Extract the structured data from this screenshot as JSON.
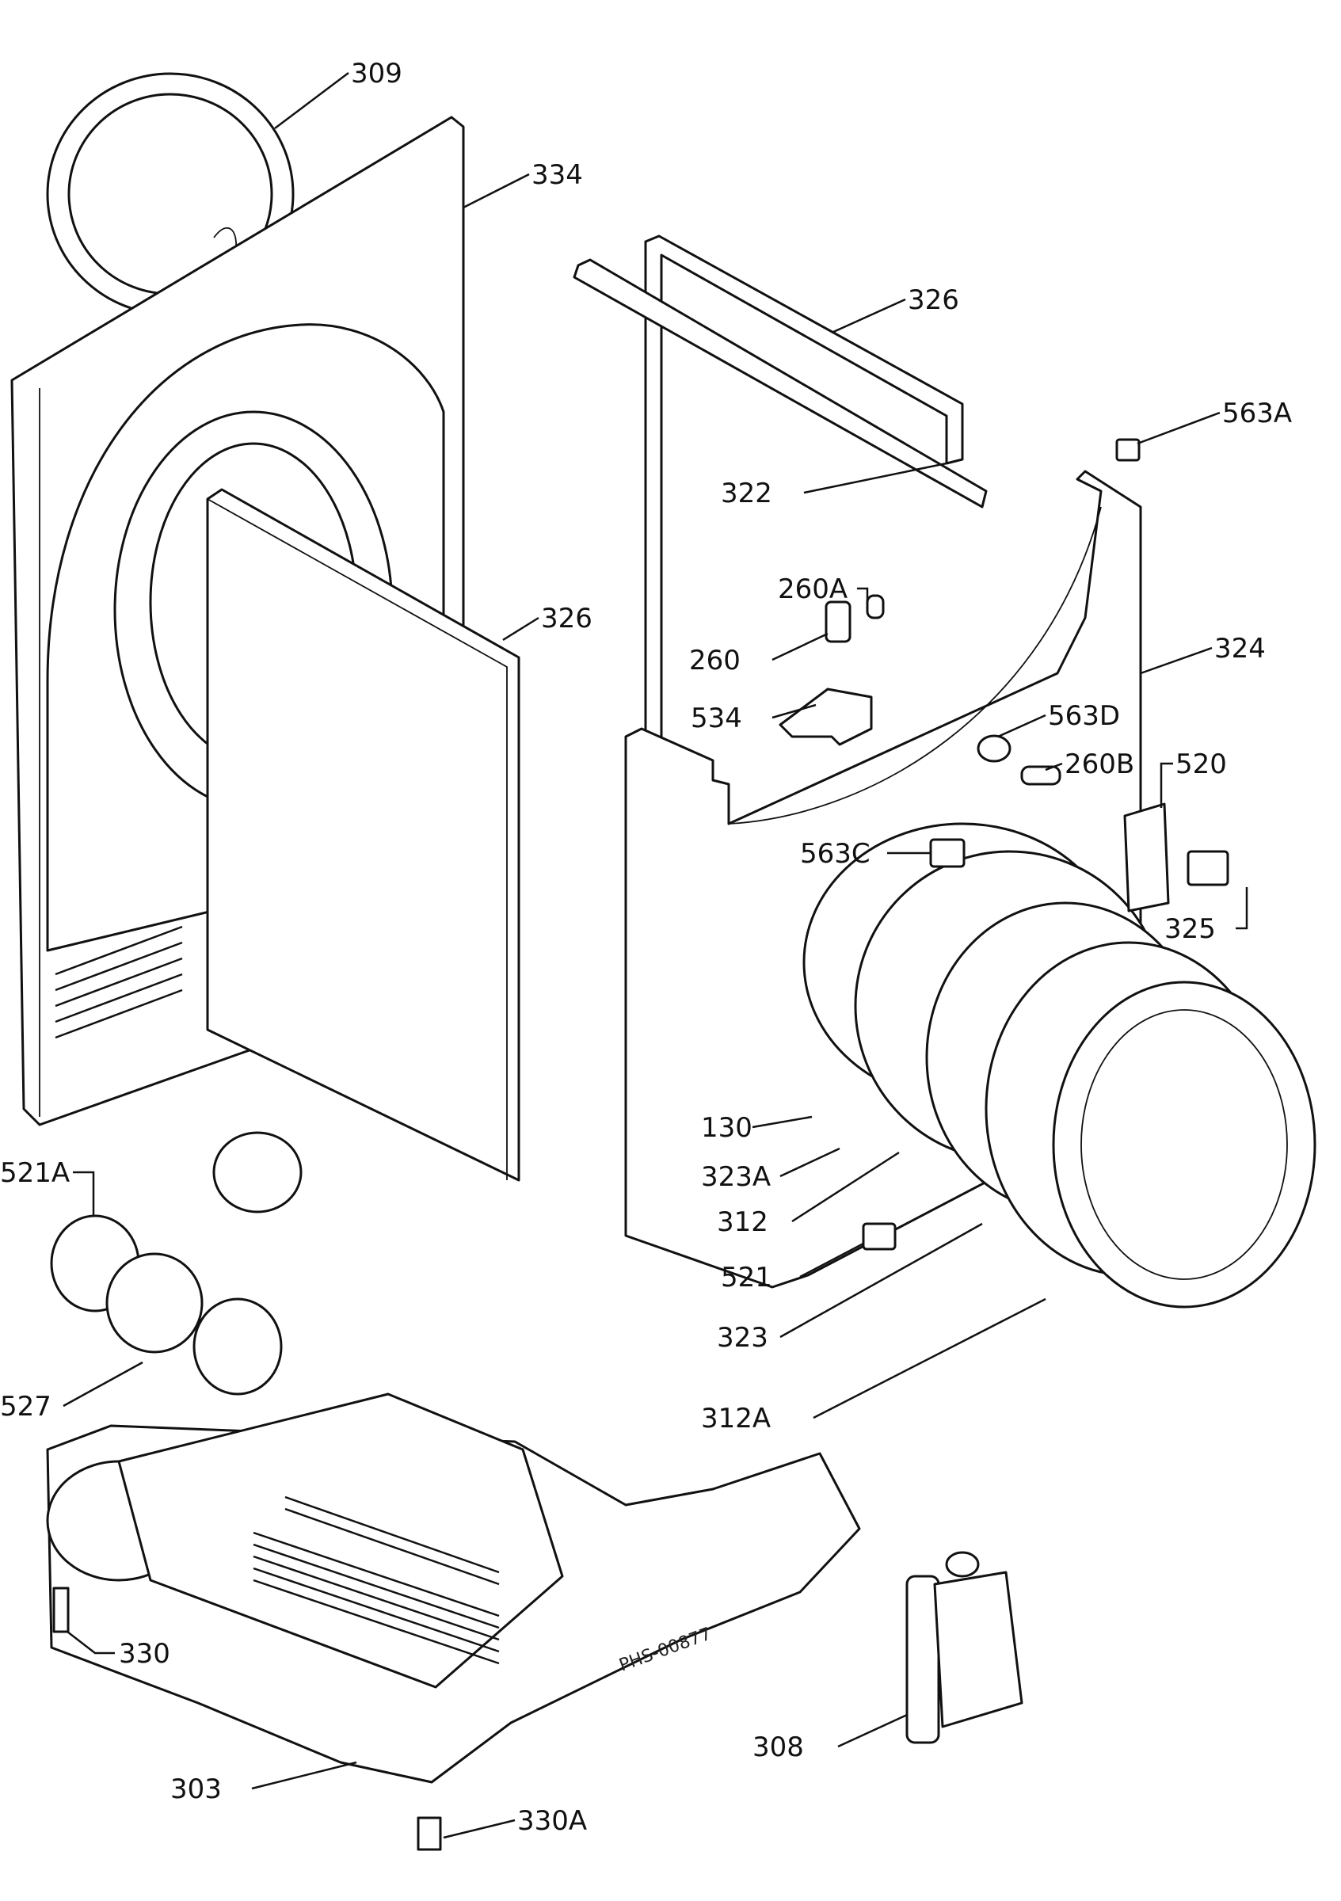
{
  "diagram": {
    "stamp": "PHS-00877",
    "callouts": [
      {
        "id": "309",
        "text": "309"
      },
      {
        "id": "334",
        "text": "334"
      },
      {
        "id": "326-top",
        "text": "326"
      },
      {
        "id": "563A",
        "text": "563A"
      },
      {
        "id": "322",
        "text": "322"
      },
      {
        "id": "260A",
        "text": "260A"
      },
      {
        "id": "326-mid",
        "text": "326"
      },
      {
        "id": "260",
        "text": "260"
      },
      {
        "id": "324",
        "text": "324"
      },
      {
        "id": "534",
        "text": "534"
      },
      {
        "id": "563D",
        "text": "563D"
      },
      {
        "id": "260B",
        "text": "260B"
      },
      {
        "id": "520",
        "text": "520"
      },
      {
        "id": "563C",
        "text": "563C"
      },
      {
        "id": "325",
        "text": "325"
      },
      {
        "id": "130",
        "text": "130"
      },
      {
        "id": "323A",
        "text": "323A"
      },
      {
        "id": "521A",
        "text": "521A"
      },
      {
        "id": "312",
        "text": "312"
      },
      {
        "id": "521",
        "text": "521"
      },
      {
        "id": "323",
        "text": "323"
      },
      {
        "id": "527",
        "text": "527"
      },
      {
        "id": "312A",
        "text": "312A"
      },
      {
        "id": "330",
        "text": "330"
      },
      {
        "id": "308",
        "text": "308"
      },
      {
        "id": "303",
        "text": "303"
      },
      {
        "id": "330A",
        "text": "330A"
      }
    ]
  }
}
